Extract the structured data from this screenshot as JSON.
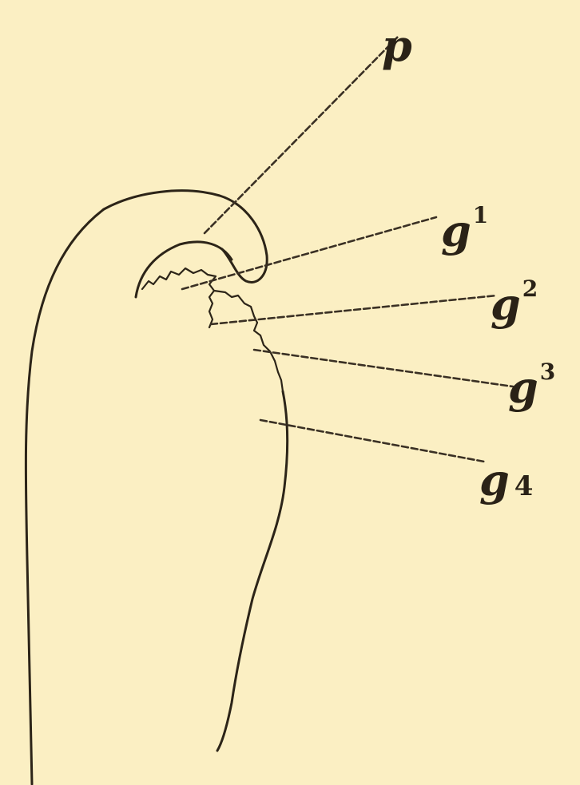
{
  "labels": {
    "p": "p",
    "g1": {
      "letter": "g",
      "index": "1"
    },
    "g2": {
      "letter": "g",
      "index": "2"
    },
    "g3": {
      "letter": "g",
      "index": "3"
    },
    "g4": {
      "letter": "g",
      "index": "4"
    }
  },
  "colors": {
    "paper": "#fbefc3",
    "ink": "#2c2418"
  }
}
